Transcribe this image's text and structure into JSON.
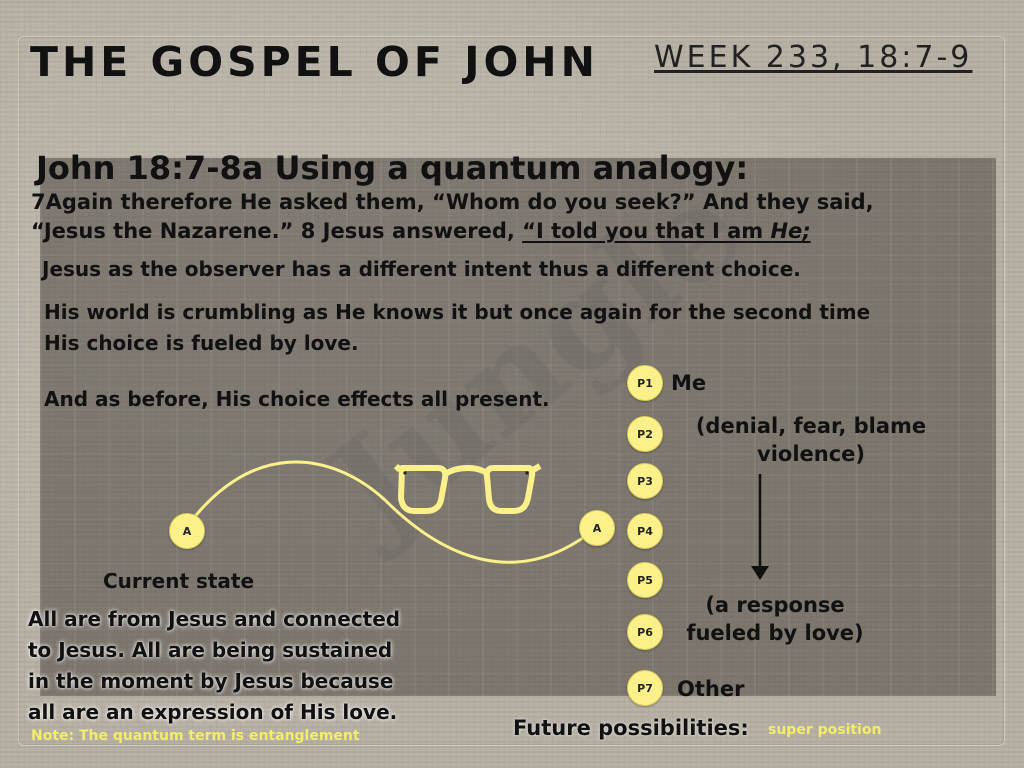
{
  "header": {
    "title": "THE GOSPEL OF JOHN",
    "week": "WEEK 233, 18:7-9"
  },
  "slide": {
    "heading": "John 18:7-8a Using a quantum analogy:",
    "verse_line1": "7Again therefore He asked them, “Whom do you seek?” And they said,",
    "verse_line2_start": "“Jesus the Nazarene.” 8 Jesus answered, ",
    "verse_quote_start": "“I told you that I am ",
    "verse_quote_he": "He",
    "verse_quote_end": ";",
    "observer_line": "Jesus as the observer has a different intent thus a different choice.",
    "world_line1": "His world is crumbling as He knows it but once again for the second time",
    "world_line2": "His choice is fueled by love.",
    "effects_line": "And as before, His choice effects all present.",
    "current_state": "Current state",
    "description_lines": [
      "All are from Jesus and connected",
      "to Jesus. All are being sustained",
      "in the moment by Jesus because",
      "all are an expression of His love."
    ],
    "note": "Note: The quantum term is entanglement",
    "future_label": "Future possibilities:",
    "super_position": "super position",
    "watermark": "Jungle"
  },
  "diagram": {
    "node_left": "A",
    "node_right": "A",
    "possibilities": [
      "P1",
      "P2",
      "P3",
      "P4",
      "P5",
      "P6",
      "P7"
    ],
    "me_label": "Me",
    "denial_line1": "(denial, fear, blame",
    "denial_line2": "violence)",
    "response_line1": "(a response",
    "response_line2": "fueled by love)",
    "other_label": "Other"
  },
  "colors": {
    "accent_yellow": "#fbf08a",
    "note_yellow": "#f2ee6a",
    "text": "#111111"
  }
}
